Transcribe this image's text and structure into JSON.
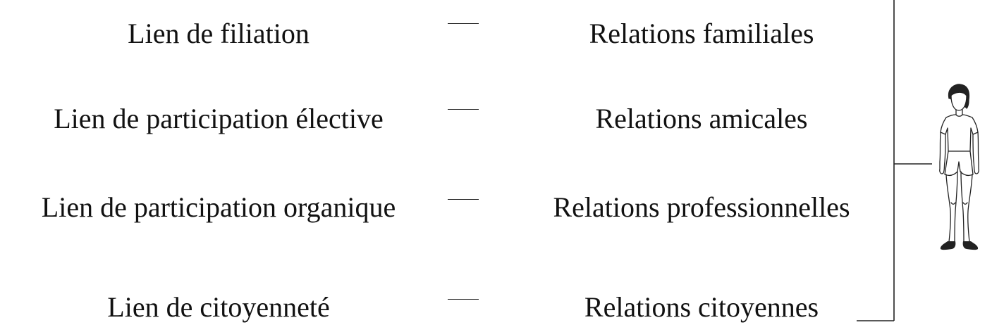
{
  "rows": [
    {
      "lien": "Lien de filiation",
      "relation": "Relations familiales"
    },
    {
      "lien": "Lien de participation élective",
      "relation": "Relations amicales"
    },
    {
      "lien": "Lien de participation organique",
      "relation": "Relations professionnelles"
    },
    {
      "lien": "Lien de citoyenneté",
      "relation": "Relations citoyennes"
    }
  ],
  "figure": {
    "icon": "person-icon"
  },
  "colors": {
    "text": "#111111",
    "line": "#222222"
  }
}
